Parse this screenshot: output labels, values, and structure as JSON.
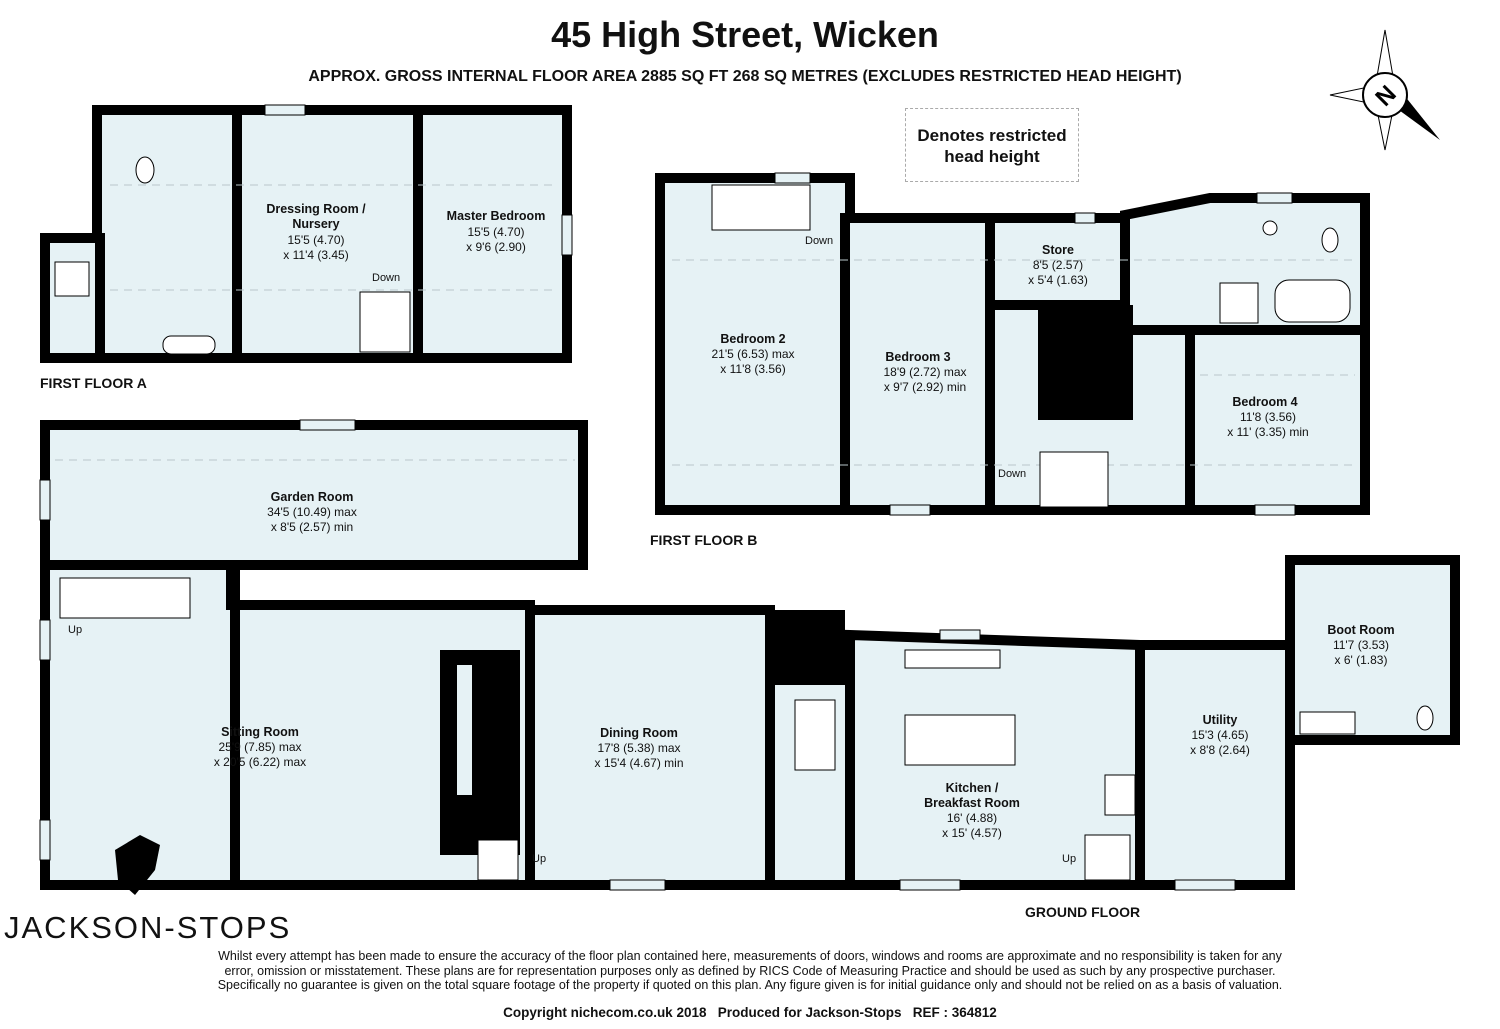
{
  "title": "45 High Street, Wicken",
  "subtitle": "APPROX. GROSS INTERNAL FLOOR AREA 2885 SQ FT 268 SQ METRES (EXCLUDES RESTRICTED HEAD HEIGHT)",
  "legend": {
    "line1": "Denotes restricted",
    "line2": "head height"
  },
  "compass": {
    "letter": "N",
    "icon": "north-arrow-compass-icon"
  },
  "colors": {
    "room_fill": "#e6f2f5",
    "walls": "#000000"
  },
  "floors": {
    "first_a": {
      "label": "FIRST FLOOR A",
      "rooms": [
        {
          "name_line1": "Dressing Room /",
          "name_line2": "Nursery",
          "dim1": "15'5 (4.70)",
          "dim2": "x 11'4 (3.45)"
        },
        {
          "name": "Master Bedroom",
          "dim1": "15'5 (4.70)",
          "dim2": "x 9'6 (2.90)"
        }
      ],
      "stairs": "Down"
    },
    "first_b": {
      "label": "FIRST FLOOR B",
      "rooms": [
        {
          "name": "Bedroom 2",
          "dim1": "21'5 (6.53) max",
          "dim2": "x 11'8 (3.56)"
        },
        {
          "name": "Bedroom 3",
          "dim1": "18'9 (2.72) max",
          "dim2": "x 9'7 (2.92) min"
        },
        {
          "name": "Store",
          "dim1": "8'5 (2.57)",
          "dim2": "x 5'4 (1.63)"
        },
        {
          "name": "Bedroom 4",
          "dim1": "11'8 (3.56)",
          "dim2": "x 11' (3.35) min"
        }
      ],
      "stairs": [
        "Down",
        "Down"
      ]
    },
    "ground": {
      "label": "GROUND FLOOR",
      "rooms": [
        {
          "name": "Garden Room",
          "dim1": "34'5 (10.49) max",
          "dim2": "x 8'5 (2.57) min"
        },
        {
          "name": "Sitting Room",
          "dim1": "25'9 (7.85) max",
          "dim2": "x 20'5 (6.22) max"
        },
        {
          "name": "Dining Room",
          "dim1": "17'8 (5.38) max",
          "dim2": "x 15'4 (4.67) min"
        },
        {
          "name_line1": "Kitchen /",
          "name_line2": "Breakfast Room",
          "dim1": "16' (4.88)",
          "dim2": "x 15' (4.57)"
        },
        {
          "name": "Utility",
          "dim1": "15'3 (4.65)",
          "dim2": "x 8'8 (2.64)"
        },
        {
          "name": "Boot Room",
          "dim1": "11'7 (3.53)",
          "dim2": "x 6' (1.83)"
        }
      ],
      "stairs": [
        "Up",
        "Up",
        "Up"
      ]
    }
  },
  "brand": "JACKSON-STOPS",
  "disclaimer": [
    "Whilst every attempt has been made to ensure the accuracy of the floor plan contained here, measurements of doors, windows and rooms are approximate and no responsibility is taken for any",
    "error, omission or misstatement. These plans are for representation purposes only as defined by RICS Code of Measuring Practice and should be used as such by any prospective purchaser.",
    "Specifically no guarantee is given on the total square footage of the property if quoted on this plan. Any figure given is for initial guidance only and should not be relied on as a basis of valuation."
  ],
  "copyright": "Copyright nichecom.co.uk 2018   Produced for Jackson-Stops   REF : 364812"
}
